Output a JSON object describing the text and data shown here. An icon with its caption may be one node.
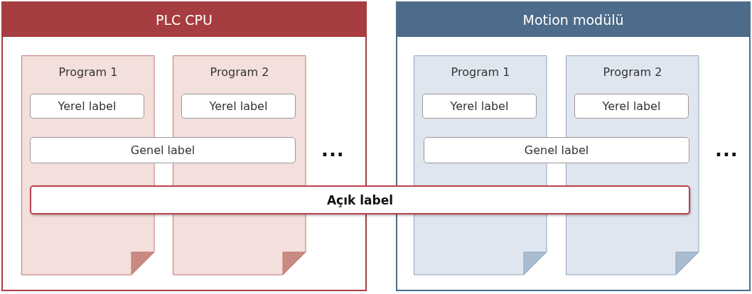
{
  "diagram": {
    "nodes": [
      {
        "text": [
          "PLC CPU"
        ]
      },
      {
        "text": [
          "Program 1"
        ],
        "in": 0
      },
      {
        "text": [
          "Yerel label"
        ],
        "in": 1
      },
      {
        "text": [
          "Program 2"
        ],
        "in": 0
      },
      {
        "text": [
          "Yerel label"
        ],
        "in": 3
      },
      {
        "text": [
          "Genel label"
        ],
        "in": 0
      },
      {
        "text": [
          "Motion modülü"
        ]
      },
      {
        "text": [
          "Program 1"
        ],
        "in": 6
      },
      {
        "text": [
          "Yerel label"
        ],
        "in": 7
      },
      {
        "text": [
          "Program 2"
        ],
        "in": 6
      },
      {
        "text": [
          "Yerel label"
        ],
        "in": 9
      },
      {
        "text": [
          "Genel label"
        ],
        "in": 6
      },
      {
        "text": [
          "Açık label"
        ]
      }
    ],
    "labels": [
      "...",
      "..."
    ]
  }
}
